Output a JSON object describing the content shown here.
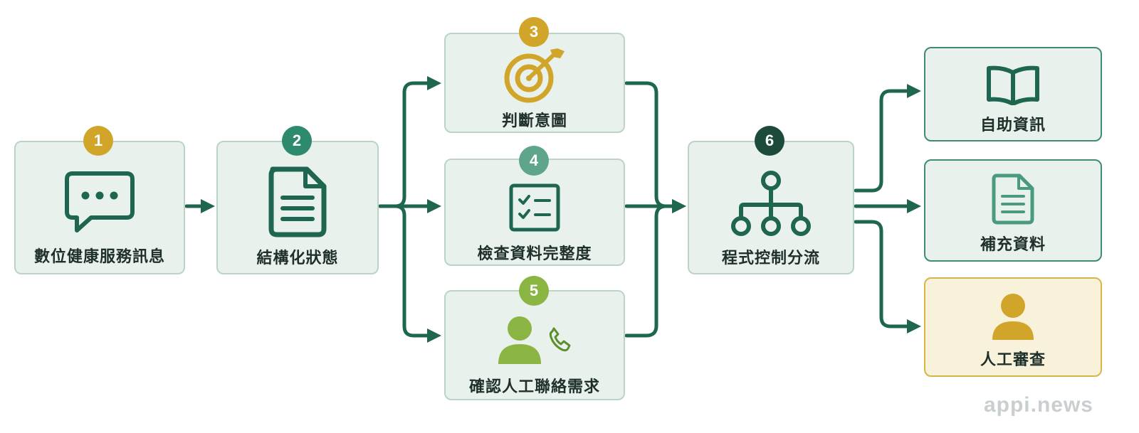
{
  "steps": [
    {
      "number": "1",
      "label": "數位健康服務訊息",
      "icon": "chat-bubble-icon",
      "badge_color": "#d1a52a"
    },
    {
      "number": "2",
      "label": "結構化狀態",
      "icon": "document-icon",
      "badge_color": "#2e8a6d"
    },
    {
      "number": "3",
      "label": "判斷意圖",
      "icon": "target-icon",
      "badge_color": "#d1a52a"
    },
    {
      "number": "4",
      "label": "檢查資料完整度",
      "icon": "checklist-icon",
      "badge_color": "#5ea58a"
    },
    {
      "number": "5",
      "label": "確認人工聯絡需求",
      "icon": "person-phone-icon",
      "badge_color": "#8ab543"
    },
    {
      "number": "6",
      "label": "程式控制分流",
      "icon": "hierarchy-icon",
      "badge_color": "#1c4a3b"
    }
  ],
  "outcomes": [
    {
      "label": "自助資訊",
      "icon": "open-book-icon"
    },
    {
      "label": "補充資料",
      "icon": "document-icon"
    },
    {
      "label": "人工審查",
      "icon": "person-icon"
    }
  ],
  "colors": {
    "primary": "#1f6650",
    "gold": "#d1a52a",
    "green": "#8ab543"
  },
  "watermark": "appi.news"
}
